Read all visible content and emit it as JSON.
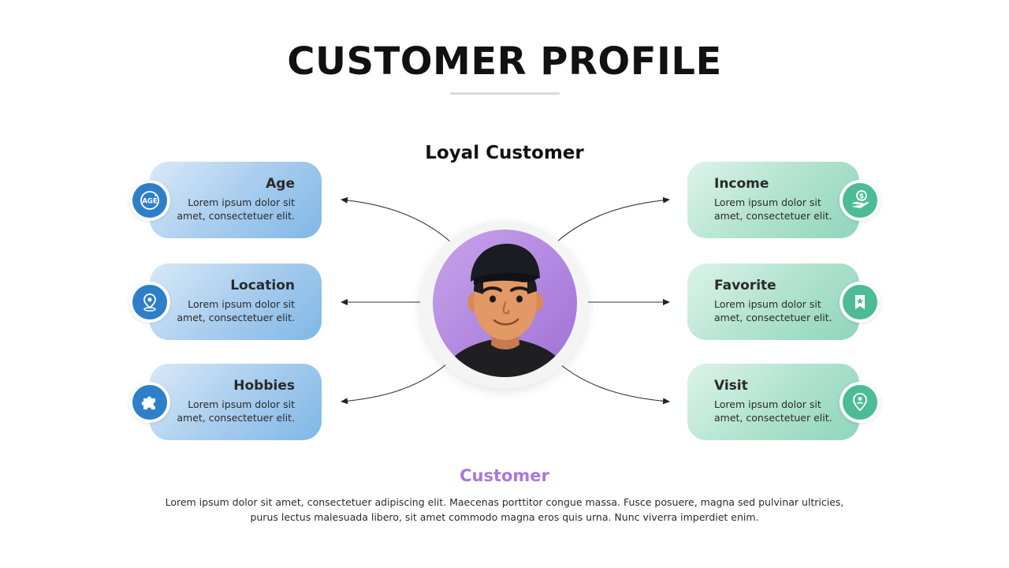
{
  "header": {
    "title": "CUSTOMER PROFILE",
    "subtitle": "Loyal Customer"
  },
  "left_cards": [
    {
      "title": "Age",
      "text": "Lorem ipsum dolor sit amet, consectetuer elit.",
      "icon": "age-icon"
    },
    {
      "title": "Location",
      "text": "Lorem ipsum dolor sit amet, consectetuer elit.",
      "icon": "location-pin-icon"
    },
    {
      "title": "Hobbies",
      "text": "Lorem ipsum dolor sit amet, consectetuer elit.",
      "icon": "puzzle-icon"
    }
  ],
  "right_cards": [
    {
      "title": "Income",
      "text": "Lorem ipsum dolor sit amet, consectetuer elit.",
      "icon": "money-hand-icon"
    },
    {
      "title": "Favorite",
      "text": "Lorem ipsum dolor sit amet, consectetuer elit.",
      "icon": "bookmark-star-icon"
    },
    {
      "title": "Visit",
      "text": "Lorem ipsum dolor sit amet, consectetuer elit.",
      "icon": "user-pin-icon"
    }
  ],
  "center": {
    "avatar_icon": "customer-avatar-icon"
  },
  "footer": {
    "label": "Customer",
    "description_line1": "Lorem ipsum dolor sit amet, consectetuer adipiscing elit. Maecenas porttitor congue massa. Fusce posuere, magna sed pulvinar ultricies,",
    "description_line2": "purus lectus malesuada libero, sit amet commodo magna eros quis urna. Nunc viverra imperdiet enim."
  },
  "icon_badges": {
    "age_text": "AGE"
  },
  "colors": {
    "left_accent": "#2f7fc8",
    "right_accent": "#4dbb95",
    "customer_label": "#a978d6",
    "avatar_bg": "#b38ae0"
  }
}
